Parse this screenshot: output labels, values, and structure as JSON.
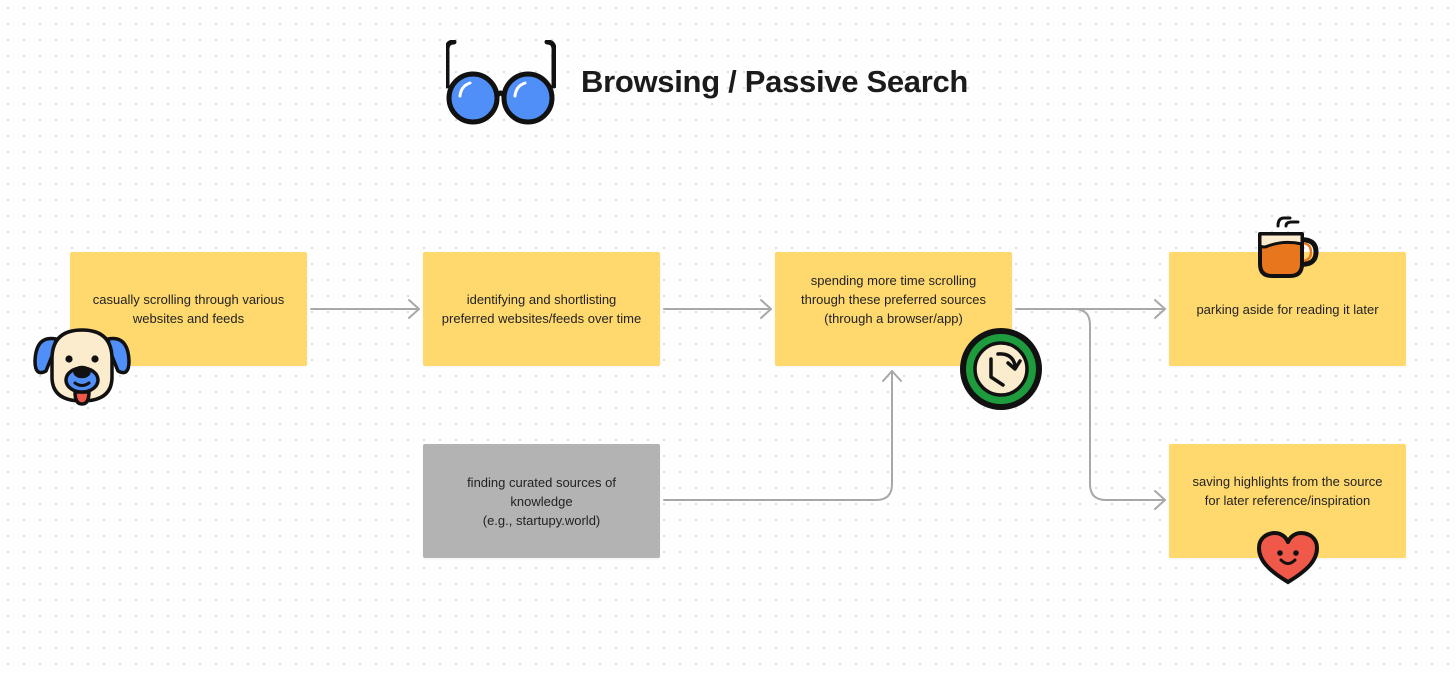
{
  "title": "Browsing / Passive Search",
  "notes": [
    {
      "id": "n1",
      "text": "casually scrolling through various\nwebsites and feeds",
      "color": "#ffd96e"
    },
    {
      "id": "n2",
      "text": "identifying and shortlisting\npreferred websites/feeds over time",
      "color": "#ffd96e"
    },
    {
      "id": "n3",
      "text": "spending more time scrolling\nthrough these preferred sources\n(through a browser/app)",
      "color": "#ffd96e"
    },
    {
      "id": "n4",
      "text": "parking aside for reading it later",
      "color": "#ffd96e"
    },
    {
      "id": "n5",
      "text": "finding curated sources of\nknowledge\n(e.g., startupy.world)",
      "color": "#b3b3b3"
    },
    {
      "id": "n6",
      "text": "saving highlights from the source\nfor later reference/inspiration",
      "color": "#ffd96e"
    }
  ],
  "icons": [
    "glasses-icon",
    "dog-icon",
    "clock-refresh-icon",
    "coffee-mug-icon",
    "heart-icon"
  ],
  "colors": {
    "sticky": "#ffd96e",
    "grey": "#b3b3b3",
    "connector": "#a8a8a8",
    "accent_blue": "#4f8ff7",
    "accent_green": "#1e9c3d",
    "accent_orange": "#e8761c",
    "accent_red": "#f0584a"
  }
}
